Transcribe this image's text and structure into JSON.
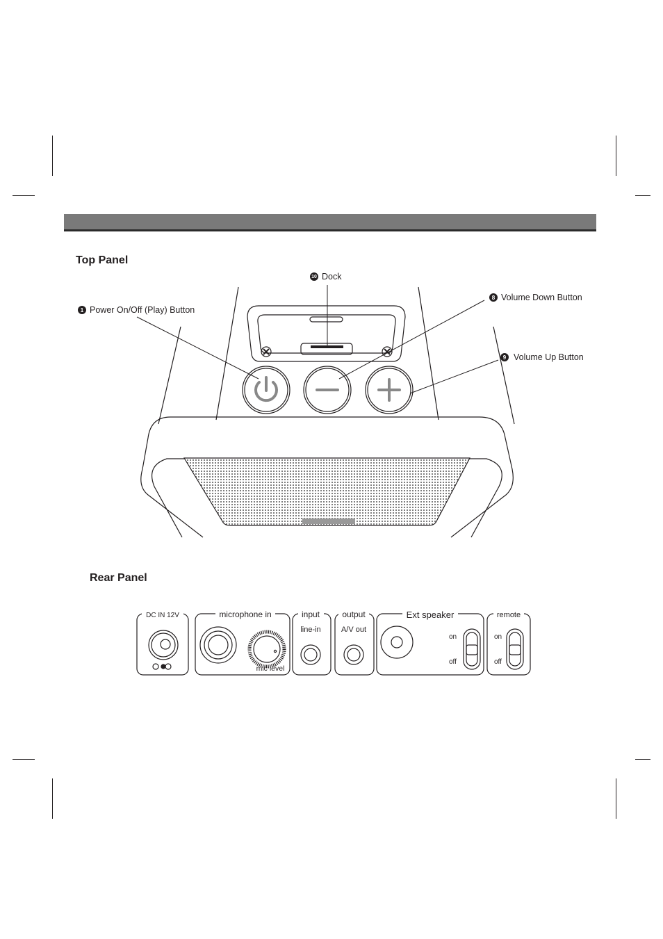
{
  "top_panel": {
    "title": "Top Panel",
    "callouts": [
      {
        "number": "1",
        "label": "Power On/Off (Play) Button"
      },
      {
        "number": "10",
        "label": "Dock"
      },
      {
        "number": "8",
        "label": "Volume Down Button"
      },
      {
        "number": "9",
        "label": "Volume Up Button"
      }
    ]
  },
  "rear_panel": {
    "title": "Rear Panel",
    "sections": [
      {
        "label": "DC IN 12V"
      },
      {
        "label": "microphone in",
        "sublabel": "mic level"
      },
      {
        "label": "input",
        "sublabel": "line-in"
      },
      {
        "label": "output",
        "sublabel": "A/V out"
      },
      {
        "label": "Ext speaker",
        "on": "on",
        "off": "off"
      },
      {
        "label": "remote",
        "on": "on",
        "off": "off"
      }
    ]
  },
  "colors": {
    "header_bar": "#7a7a7a",
    "ink": "#231f20"
  }
}
